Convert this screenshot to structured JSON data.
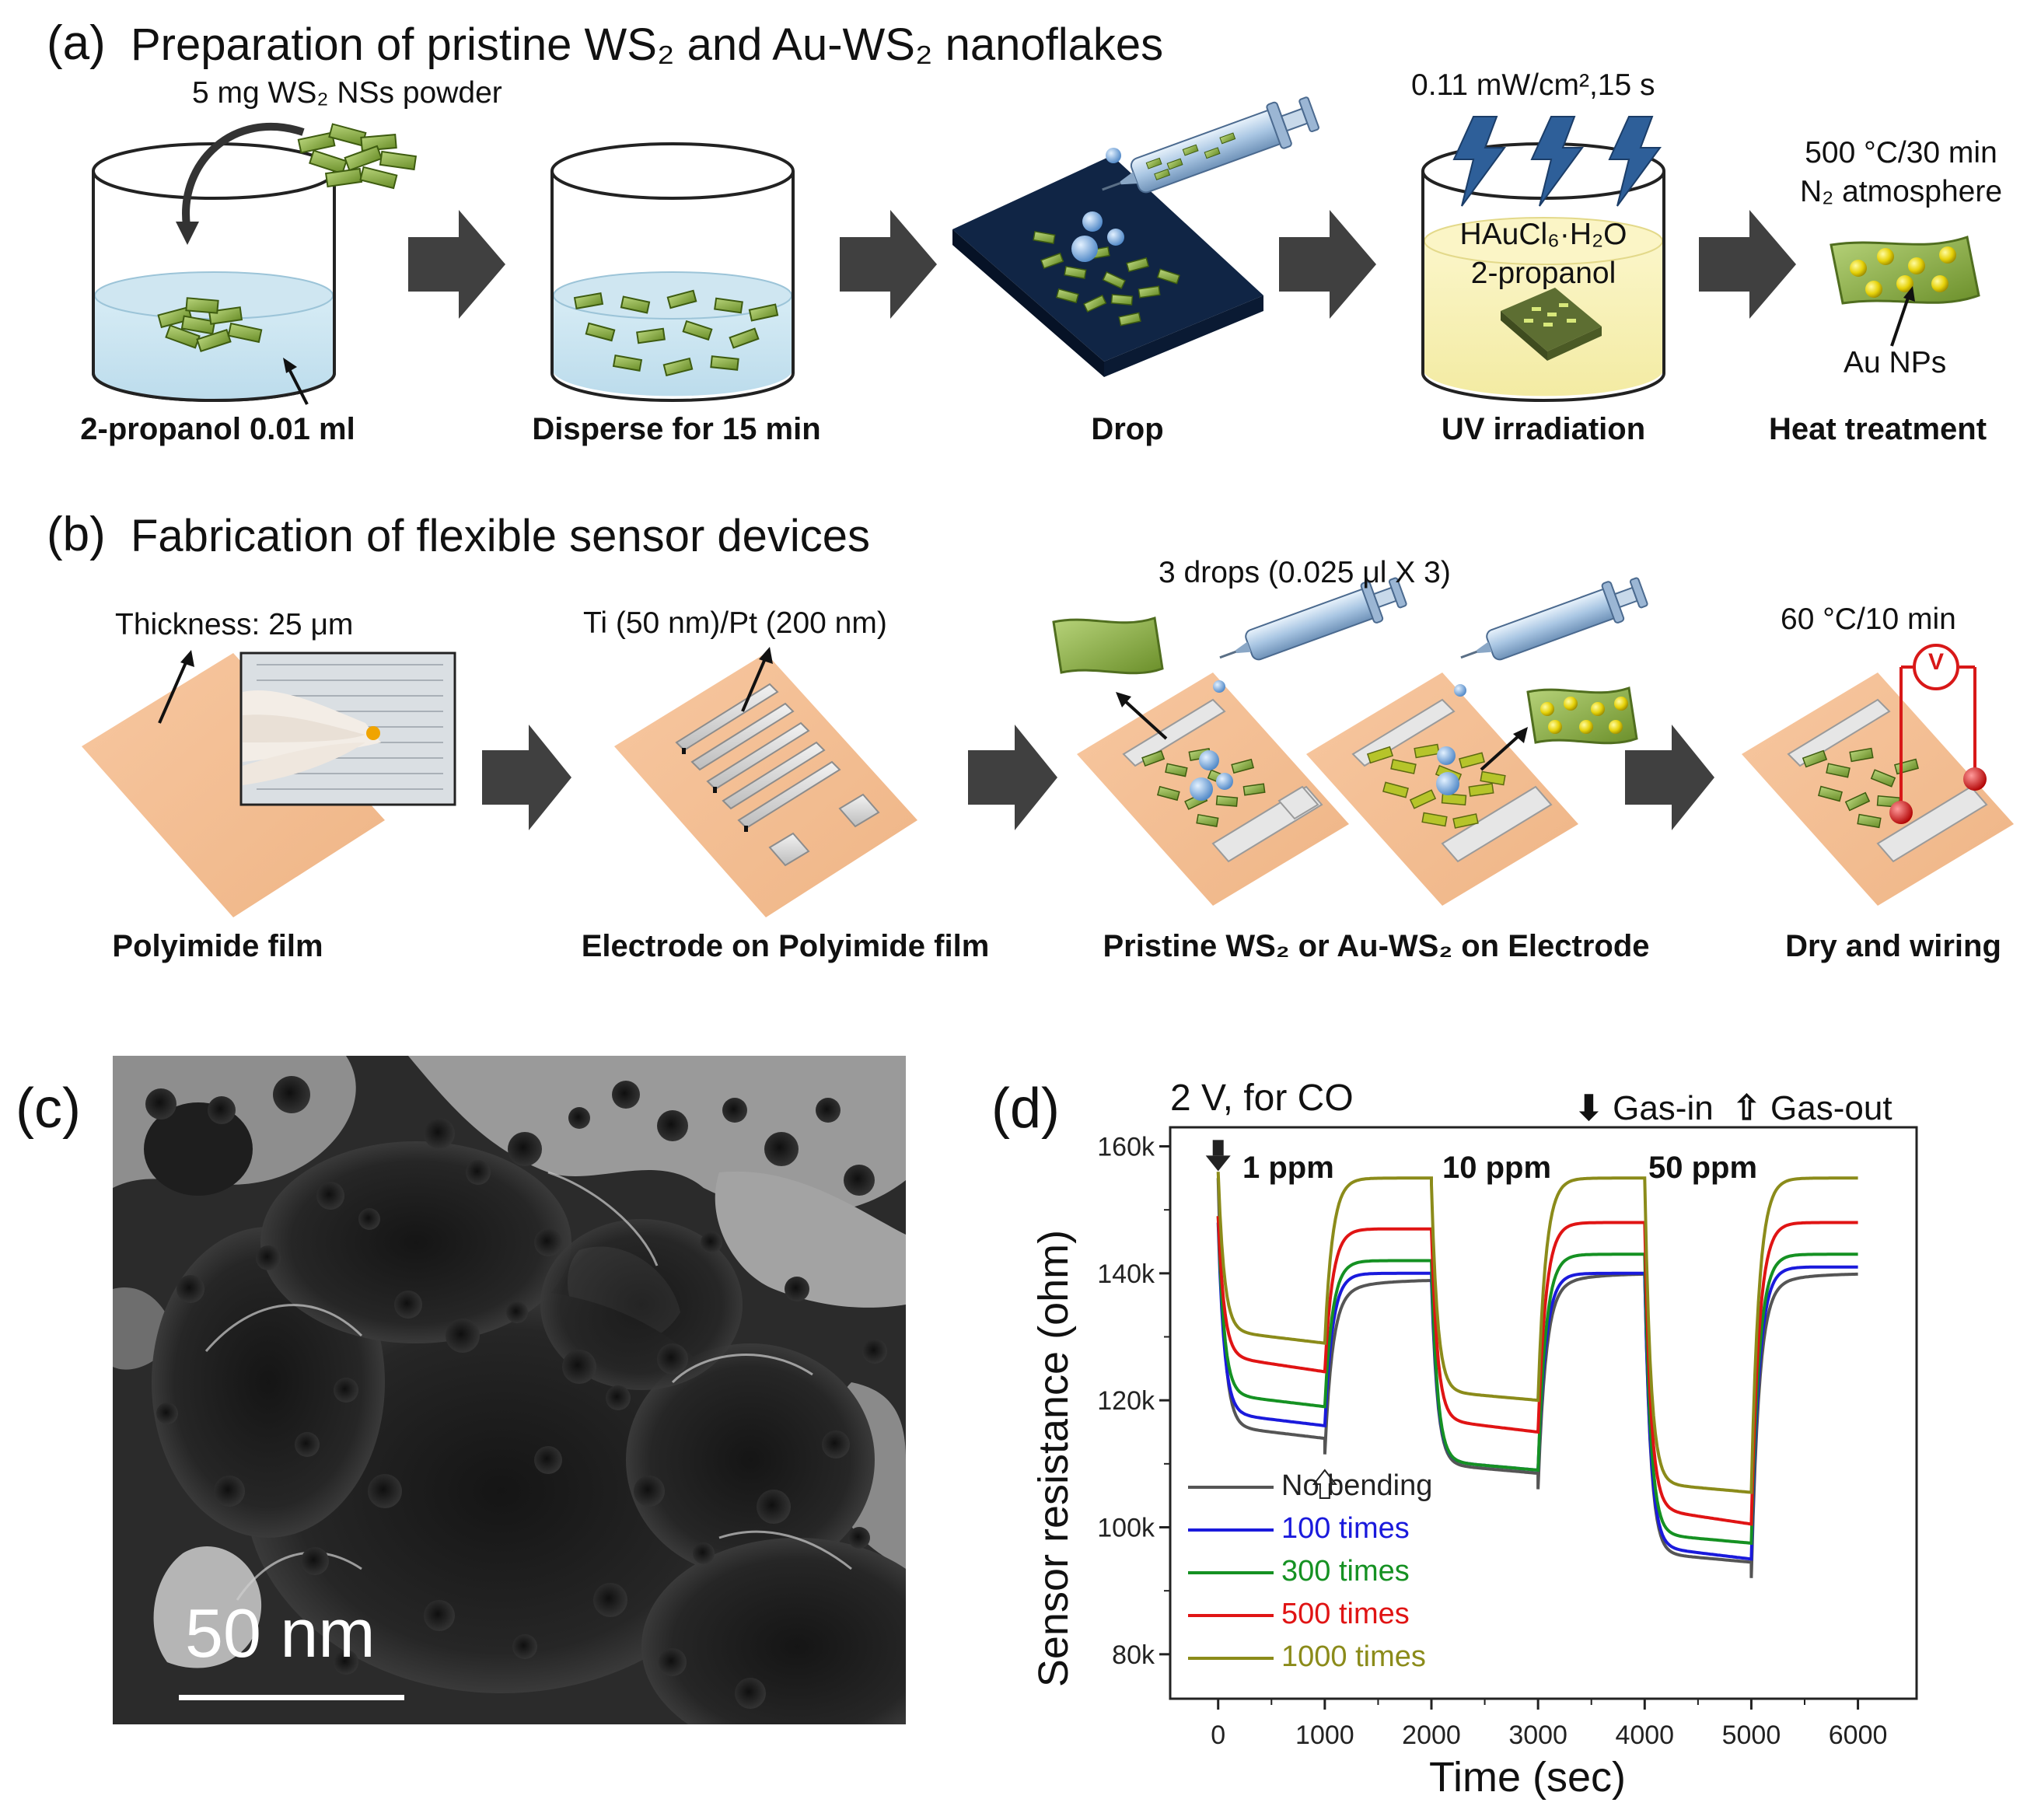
{
  "panel_a": {
    "letter": "(a)",
    "title": "Preparation of pristine WS₂ and Au-WS₂ nanoflakes",
    "powder_note": "5 mg WS₂ NSs powder",
    "uv_note": "0.11 mW/cm²,15 s",
    "solution_line1": "HAuCl₆·H₂O",
    "solution_line2": "2-propanol",
    "heat_note_line1": "500 °C/30 min",
    "heat_note_line2": "N₂ atmosphere",
    "au_nps": "Au NPs",
    "steps": [
      "2-propanol 0.01 ml",
      "Disperse for 15 min",
      "Drop",
      "UV irradiation",
      "Heat treatment"
    ]
  },
  "panel_b": {
    "letter": "(b)",
    "title": "Fabrication of flexible sensor devices",
    "thickness_note": "Thickness: 25 μm",
    "electrode_note": "Ti (50 nm)/Pt (200 nm)",
    "drops_note": "3 drops (0.025 μl X 3)",
    "dry_note": "60 °C/10 min",
    "meter_symbol": "V",
    "steps": [
      "Polyimide film",
      "Electrode on Polyimide film",
      "Pristine WS₂ or Au-WS₂ on Electrode",
      "Dry and wiring"
    ]
  },
  "panel_c": {
    "letter": "(c)",
    "scale_bar": "50 nm"
  },
  "panel_d": {
    "letter": "(d)"
  },
  "chart_data": {
    "type": "line",
    "title": "2 V, for CO",
    "xlabel": "Time (sec)",
    "ylabel": "Sensor resistance (ohm)",
    "xlim": [
      -450,
      6550
    ],
    "ylim": [
      73000,
      163000
    ],
    "x_ticks": [
      0,
      1000,
      2000,
      3000,
      4000,
      5000,
      6000
    ],
    "y_ticks": [
      80000,
      100000,
      120000,
      140000,
      160000
    ],
    "y_tick_labels": [
      "80k",
      "100k",
      "120k",
      "140k",
      "160k"
    ],
    "gas_in_legend": "Gas-in",
    "gas_out_legend": "Gas-out",
    "concentration_labels": [
      "1 ppm",
      "10 ppm",
      "50 ppm"
    ],
    "gas_in_times": [
      0
    ],
    "gas_out_times": [
      1000
    ],
    "legend_position": "lower-left",
    "grid": false,
    "series": [
      {
        "name": "No bending",
        "color": "#555555",
        "cycles": [
          {
            "in": 0,
            "out": 1000,
            "start": 155000,
            "mid": 116000,
            "end": 114000
          },
          {
            "in": 2000,
            "out": 3000,
            "start": 139000,
            "mid": 110000,
            "end": 108500
          },
          {
            "in": 4000,
            "out": 5000,
            "start": 140000,
            "mid": 96000,
            "end": 94500
          }
        ],
        "recovery": [
          139000,
          140000,
          140000
        ]
      },
      {
        "name": "100 times",
        "color": "#1a1adc",
        "cycles": [
          {
            "in": 0,
            "out": 1000,
            "start": 148000,
            "mid": 118000,
            "end": 116000
          },
          {
            "in": 2000,
            "out": 3000,
            "start": 140000,
            "mid": 110500,
            "end": 109000
          },
          {
            "in": 4000,
            "out": 5000,
            "start": 140000,
            "mid": 97000,
            "end": 95000
          }
        ],
        "recovery": [
          140000,
          140000,
          141000
        ]
      },
      {
        "name": "300 times",
        "color": "#159122",
        "cycles": [
          {
            "in": 0,
            "out": 1000,
            "start": 149000,
            "mid": 121000,
            "end": 119000
          },
          {
            "in": 2000,
            "out": 3000,
            "start": 142000,
            "mid": 110500,
            "end": 109000
          },
          {
            "in": 4000,
            "out": 5000,
            "start": 143000,
            "mid": 99000,
            "end": 97500
          }
        ],
        "recovery": [
          142000,
          143000,
          143000
        ]
      },
      {
        "name": "500 times",
        "color": "#e01414",
        "cycles": [
          {
            "in": 0,
            "out": 1000,
            "start": 149000,
            "mid": 127000,
            "end": 124500
          },
          {
            "in": 2000,
            "out": 3000,
            "start": 147000,
            "mid": 117000,
            "end": 115000
          },
          {
            "in": 4000,
            "out": 5000,
            "start": 148000,
            "mid": 103000,
            "end": 100500
          }
        ],
        "recovery": [
          147000,
          148000,
          148000
        ]
      },
      {
        "name": "1000 times",
        "color": "#8b8b1a",
        "cycles": [
          {
            "in": 0,
            "out": 1000,
            "start": 156000,
            "mid": 131000,
            "end": 129000
          },
          {
            "in": 2000,
            "out": 3000,
            "start": 154000,
            "mid": 121500,
            "end": 120000
          },
          {
            "in": 4000,
            "out": 5000,
            "start": 155000,
            "mid": 107000,
            "end": 105500
          }
        ],
        "recovery": [
          155000,
          155000,
          155000
        ]
      }
    ]
  }
}
